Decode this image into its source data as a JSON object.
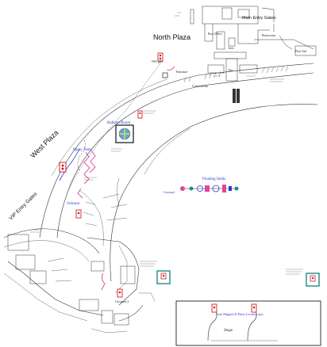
{
  "labels": {
    "main_entry_gates": "Main Entry Gates",
    "north_plaza": "North Plaza",
    "west_plaza": "West Plaza",
    "vip_entry_gates": "VIP Entry Gates",
    "spray_tents": "Spray Tents",
    "balloon_room": "Balloon Room",
    "floating_fields": "Floating fields",
    "volcano": "Volcano",
    "carousel": "Carousel",
    "stage": "Stage",
    "carousel_2": "Carousel 2",
    "entrance": "Entrance",
    "nw_gate": "NW gate"
  },
  "small_notes": {
    "box_office": "Box Office",
    "info": "Info",
    "restrooms": "Restrooms",
    "first_aid": "First Aid",
    "bar": "Bar",
    "concessions": "Concessions",
    "stage_note": "Zone Mapped & Photo Location spot"
  },
  "colors": {
    "route_pink": "#e0479a",
    "route_blue": "#2a3bd0",
    "marker_red": "#cc2222",
    "marker_teal": "#1f8a8a"
  }
}
